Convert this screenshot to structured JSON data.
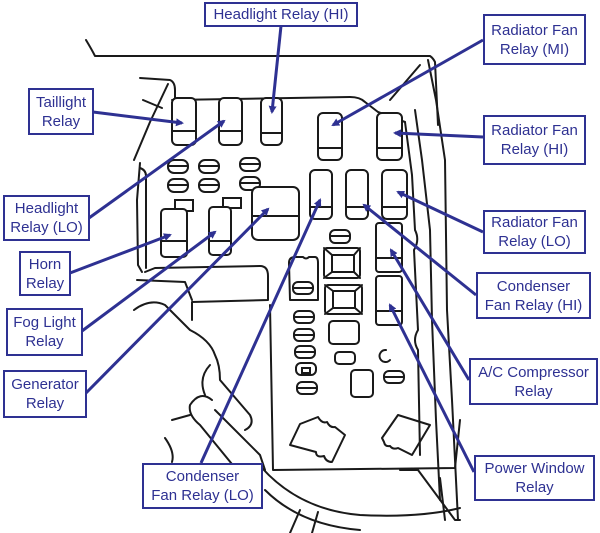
{
  "diagram": {
    "type": "relay-box-location-diagram",
    "accent_color": "#2e3192",
    "line_color": "#1a1a1a",
    "labels": [
      {
        "id": "headlight-hi",
        "lines": [
          "Headlight Relay (HI)"
        ]
      },
      {
        "id": "radiator-fan-mi",
        "lines": [
          "Radiator Fan",
          "Relay (MI)"
        ]
      },
      {
        "id": "taillight",
        "lines": [
          "Taillight",
          "Relay"
        ]
      },
      {
        "id": "radiator-fan-hi",
        "lines": [
          "Radiator Fan",
          "Relay (HI)"
        ]
      },
      {
        "id": "headlight-lo",
        "lines": [
          "Headlight",
          "Relay (LO)"
        ]
      },
      {
        "id": "radiator-fan-lo",
        "lines": [
          "Radiator Fan",
          "Relay (LO)"
        ]
      },
      {
        "id": "horn",
        "lines": [
          "Horn",
          "Relay"
        ]
      },
      {
        "id": "condenser-fan-hi",
        "lines": [
          "Condenser",
          "Fan Relay (HI)"
        ]
      },
      {
        "id": "fog-light",
        "lines": [
          "Fog Light",
          "Relay"
        ]
      },
      {
        "id": "generator",
        "lines": [
          "Generator",
          "Relay"
        ]
      },
      {
        "id": "ac-compressor",
        "lines": [
          "A/C Compressor",
          "Relay"
        ]
      },
      {
        "id": "condenser-fan-lo",
        "lines": [
          "Condenser",
          "Fan Relay (LO)"
        ]
      },
      {
        "id": "power-window",
        "lines": [
          "Power Window",
          "Relay"
        ]
      }
    ]
  }
}
